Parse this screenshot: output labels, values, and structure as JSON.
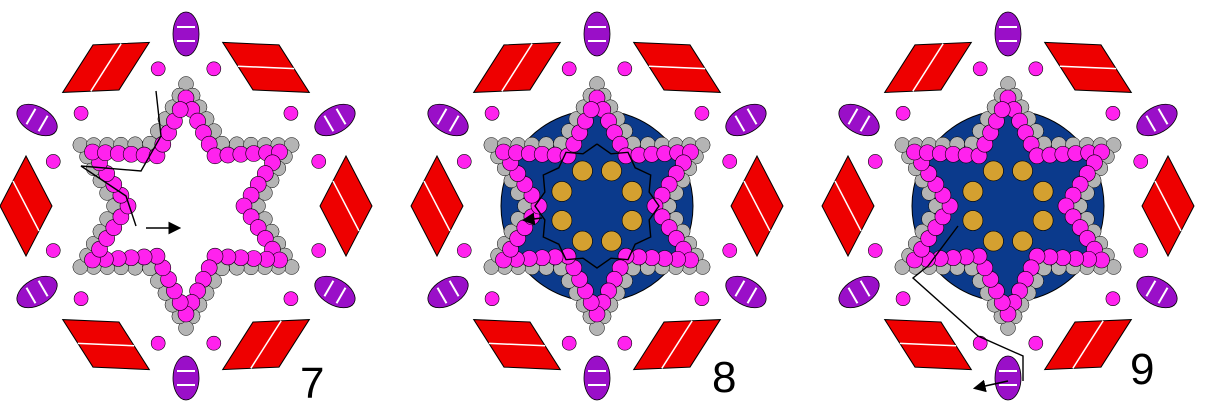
{
  "figure": {
    "colors": {
      "background": "#ffffff",
      "diamond_bead": "#ee0000",
      "oval_bead": "#9a0fc8",
      "seed_bead_magenta": "#ff22ee",
      "seed_bead_gray": "#b4b4b4",
      "center_disc": "#0b3a8c",
      "gold_bead": "#d4a030",
      "thread": "#000000",
      "outline": "#000000"
    },
    "steps": [
      {
        "label": "7",
        "center_disc": false,
        "gold_beads": false,
        "thread_arrow": "right"
      },
      {
        "label": "8",
        "center_disc": true,
        "gold_beads": true,
        "thread_arrow": "left"
      },
      {
        "label": "9",
        "center_disc": true,
        "gold_beads": true,
        "thread_arrow": "down-left"
      }
    ]
  }
}
